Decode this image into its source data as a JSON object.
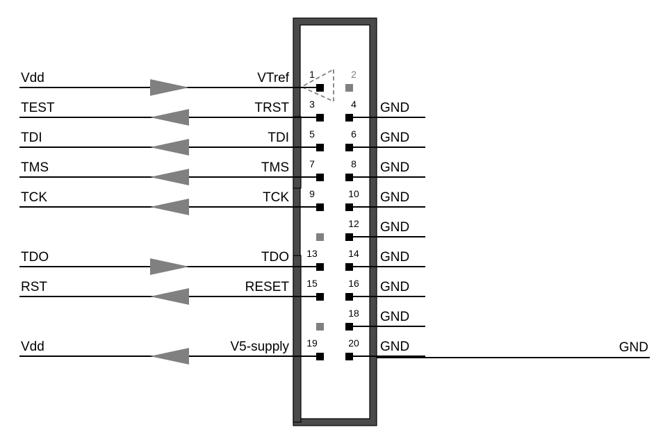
{
  "colors": {
    "housing": "#4a4a4a",
    "housing_stroke": "#000000",
    "arrow": "#808080",
    "pin": "#000000",
    "pin_unused": "#808080",
    "line": "#000000"
  },
  "rows": [
    {
      "left_signal": "Vdd",
      "direction": "in",
      "pin_label": "VTref",
      "odd_pin": "1",
      "even_pin": "2",
      "even_label": ""
    },
    {
      "left_signal": "TEST",
      "direction": "out",
      "pin_label": "TRST",
      "odd_pin": "3",
      "even_pin": "4",
      "even_label": "GND"
    },
    {
      "left_signal": "TDI",
      "direction": "out",
      "pin_label": "TDI",
      "odd_pin": "5",
      "even_pin": "6",
      "even_label": "GND"
    },
    {
      "left_signal": "TMS",
      "direction": "out",
      "pin_label": "TMS",
      "odd_pin": "7",
      "even_pin": "8",
      "even_label": "GND"
    },
    {
      "left_signal": "TCK",
      "direction": "out",
      "pin_label": "TCK",
      "odd_pin": "9",
      "even_pin": "10",
      "even_label": "GND"
    },
    {
      "left_signal": "",
      "direction": "",
      "pin_label": "",
      "odd_pin": "",
      "even_pin": "12",
      "even_label": "GND"
    },
    {
      "left_signal": "TDO",
      "direction": "in",
      "pin_label": "TDO",
      "odd_pin": "13",
      "even_pin": "14",
      "even_label": "GND"
    },
    {
      "left_signal": "RST",
      "direction": "out",
      "pin_label": "RESET",
      "odd_pin": "15",
      "even_pin": "16",
      "even_label": "GND"
    },
    {
      "left_signal": "",
      "direction": "",
      "pin_label": "",
      "odd_pin": "",
      "even_pin": "18",
      "even_label": "GND"
    },
    {
      "left_signal": "Vdd",
      "direction": "out",
      "pin_label": "V5-supply",
      "odd_pin": "19",
      "even_pin": "20",
      "even_label": "GND"
    }
  ],
  "gnd_bus_label": "GND"
}
